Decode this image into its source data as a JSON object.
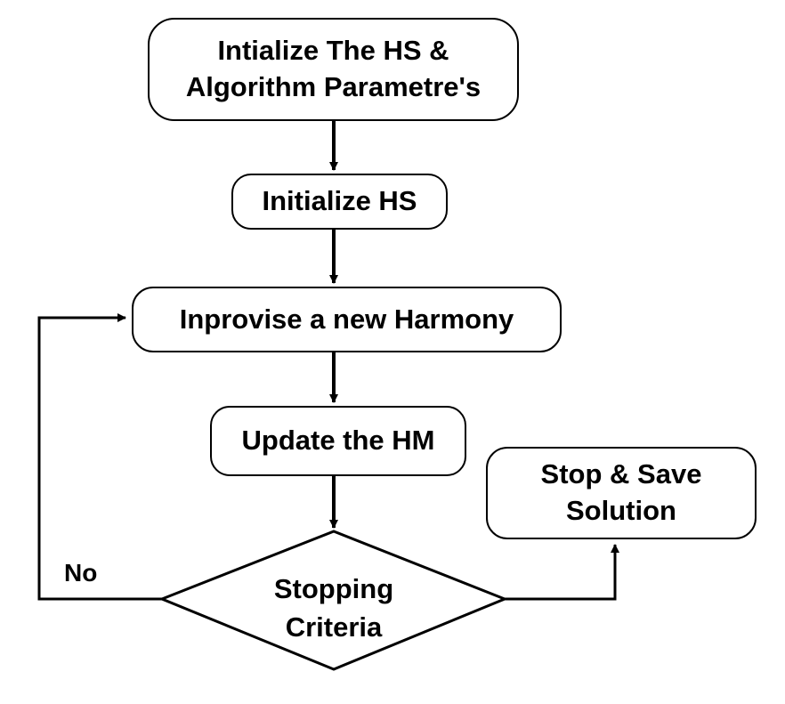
{
  "diagram": {
    "nodes": {
      "init_params": {
        "text": "Intialize The HS &\nAlgorithm Parametre's"
      },
      "init_hs": {
        "text": "Initialize HS"
      },
      "improvise": {
        "text": "Inprovise a new Harmony"
      },
      "update_hm": {
        "text": "Update the HM"
      },
      "stopping": {
        "text": "Stopping\nCriteria"
      },
      "stop_save": {
        "text": "Stop & Save\nSolution"
      }
    },
    "edges": [
      {
        "from": "init_params",
        "to": "init_hs"
      },
      {
        "from": "init_hs",
        "to": "improvise"
      },
      {
        "from": "improvise",
        "to": "update_hm"
      },
      {
        "from": "update_hm",
        "to": "stopping"
      },
      {
        "from": "stopping",
        "to": "improvise",
        "label": "No"
      },
      {
        "from": "stopping",
        "to": "stop_save"
      }
    ],
    "loop_label": "No"
  },
  "colors": {
    "stroke": "#000000",
    "fill": "#ffffff",
    "text": "#000000"
  }
}
